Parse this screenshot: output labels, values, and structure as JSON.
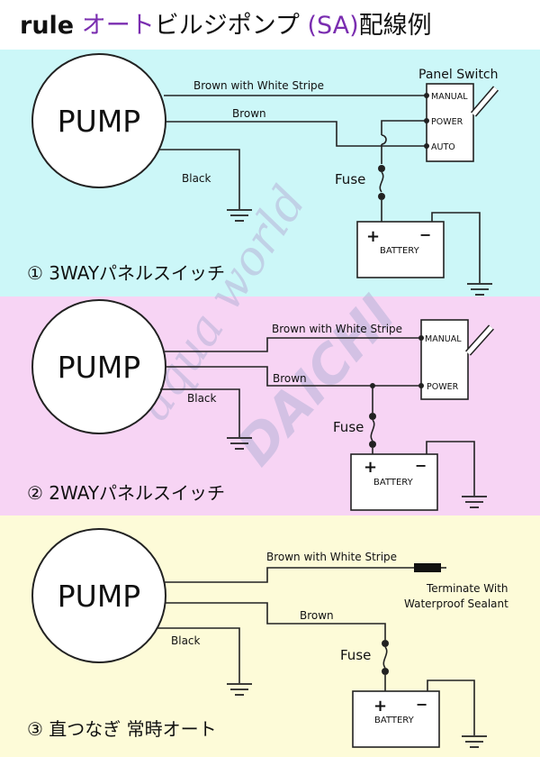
{
  "header": {
    "brand": "rule",
    "accent": "オート",
    "middle": "ビルジポンプ",
    "accent2": "(SA)",
    "suffix": "配線例"
  },
  "watermark": {
    "line1": "aqua world",
    "line2": "DAICHI"
  },
  "colors": {
    "panel1_bg": "#ccf7f8",
    "panel2_bg": "#f7d4f4",
    "panel3_bg": "#fdfbd8",
    "accent": "#7a2db0",
    "wire": "#222222",
    "watermark": "#b7b3d8"
  },
  "diagrams": [
    {
      "caption": "① 3WAYパネルスイッチ",
      "pump": "PUMP",
      "wire_brown_white": "Brown with White Stripe",
      "wire_brown": "Brown",
      "wire_black": "Black",
      "switch_title": "Panel Switch",
      "terminals": [
        "MANUAL",
        "POWER",
        "AUTO"
      ],
      "fuse": "Fuse",
      "battery": "BATTERY",
      "plus": "+",
      "minus": "−"
    },
    {
      "caption": "② 2WAYパネルスイッチ",
      "pump": "PUMP",
      "wire_brown_white": "Brown with White Stripe",
      "wire_brown": "Brown",
      "wire_black": "Black",
      "terminals": [
        "MANUAL",
        "POWER"
      ],
      "fuse": "Fuse",
      "battery": "BATTERY",
      "plus": "+",
      "minus": "−"
    },
    {
      "caption": "③ 直つなぎ 常時オート",
      "pump": "PUMP",
      "wire_brown_white": "Brown with White Stripe",
      "wire_brown": "Brown",
      "wire_black": "Black",
      "terminate_note": [
        "Terminate With",
        "Waterproof Sealant"
      ],
      "fuse": "Fuse",
      "battery": "BATTERY",
      "plus": "+",
      "minus": "−"
    }
  ]
}
